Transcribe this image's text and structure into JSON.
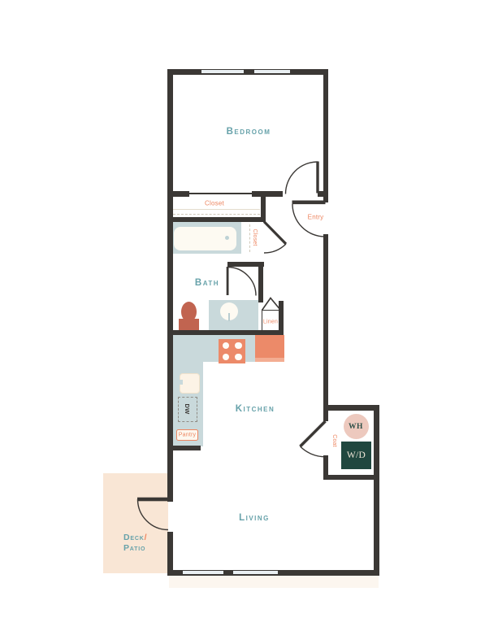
{
  "plan": {
    "rooms": {
      "bedroom": "Bedroom",
      "bath": "Bath",
      "kitchen": "Kitchen",
      "living": "Living",
      "deck_line1": "Deck",
      "deck_slash": "/",
      "deck_line2": "Patio"
    },
    "labels": {
      "closet_main": "Closet",
      "closet_small": "Closet",
      "entry": "Entry",
      "linen": "Linen",
      "pantry": "Pantry",
      "dishwasher": "DW",
      "coat": "Coat",
      "water_heater": "WH",
      "washer_dryer": "W/D"
    },
    "colors": {
      "wall": "#3b3835",
      "room_label_teal": "#67a2aa",
      "annotation_orange": "#ed8661",
      "counter_blue": "#c9d9db",
      "appliance_salmon": "#ec8a69",
      "toilet_red": "#c16450",
      "deck_peach": "#f9e6d5",
      "deck_light_strip": "#fcf6ef",
      "water_heater_pink": "#edc9be",
      "washer_dryer_green": "#20473f",
      "window_fill": "#e9eff2",
      "tub_white": "#fdfaf2"
    }
  }
}
